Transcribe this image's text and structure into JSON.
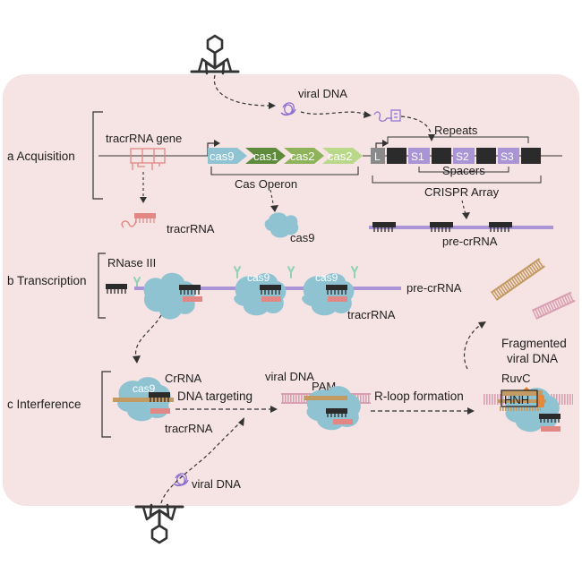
{
  "colors": {
    "panel": "#f6e3e3",
    "purple": "#a995d6",
    "cas9": "#8fc3d2",
    "cas1": "#5e8a3c",
    "cas2a": "#8fb35b",
    "cas2b": "#b9d88a",
    "tracr": "#e28783",
    "dark": "#2b2b2b",
    "rnase": "#8fd3b2",
    "brown": "#c49a63"
  },
  "sections": {
    "acquisition": "a Acquisition",
    "transcription": "b Transcription",
    "interference": "c Interference"
  },
  "acquisition": {
    "viral_dna": "viral DNA",
    "tracrrna_gene": "tracrRNA gene",
    "genes": [
      "cas9",
      "cas1",
      "cas2",
      "cas2"
    ],
    "cas_operon": "Cas Operon",
    "tracrrna": "tracrRNA",
    "cas9_protein": "cas9",
    "repeats": "Repeats",
    "leader": "L",
    "spacer_labels": [
      "S1",
      "S2",
      "S3"
    ],
    "spacers": "Spacers",
    "crispr_array": "CRISPR Array",
    "pre_crrna": "pre-crRNA"
  },
  "transcription": {
    "rnase": "RNase III",
    "cas9_labels": [
      "cas9",
      "cas9"
    ],
    "pre_crrna": "pre-crRNA",
    "tracrrna": "tracrRNA"
  },
  "interference": {
    "cas9": "cas9",
    "crrna": "CrRNA",
    "dna_targeting": "DNA targeting",
    "tracrrna": "tracrRNA",
    "viral_dna_top": "viral DNA",
    "pam": "PAM",
    "rloop": "R-loop formation",
    "ruvc": "RuvC",
    "hnh": "HNH",
    "fragmented_1": "Fragmented",
    "fragmented_2": "viral DNA",
    "viral_dna_bottom": "viral DNA"
  }
}
